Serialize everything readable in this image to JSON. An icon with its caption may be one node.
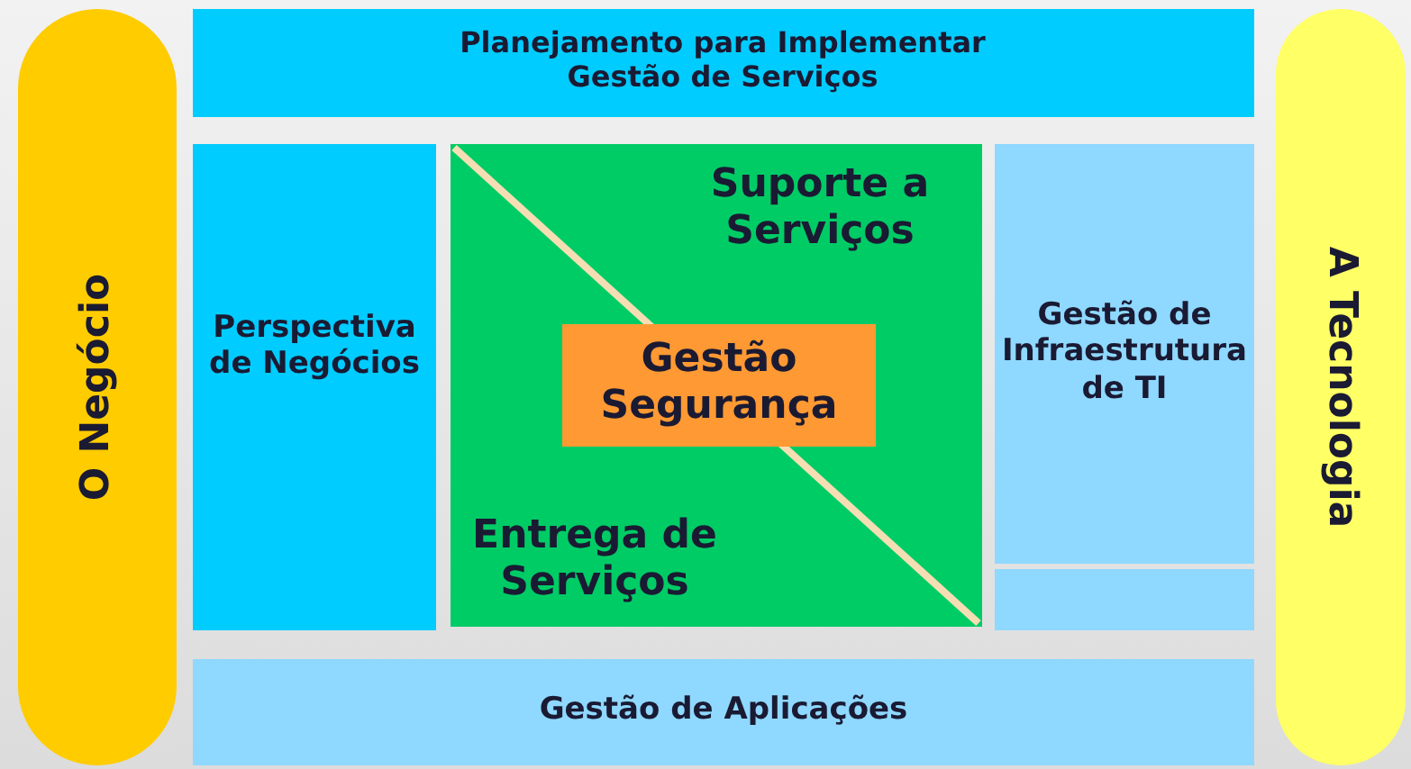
{
  "diagram": {
    "nodes": [
      {
        "text": [
          "O Negócio"
        ]
      },
      {
        "text": [
          "Planejamento para Implementar Gestão de Serviços"
        ]
      },
      {
        "text": [
          "Perspectiva de Negócios"
        ]
      },
      {
        "text": [
          "Suporte a Serviços",
          "Entrega de Serviços"
        ]
      },
      {
        "text": [
          "Gestão Segurança"
        ],
        "in": 3
      },
      {
        "text": [
          "Gestão de Infraestrutura de TI"
        ]
      },
      {
        "text": [],
        "shape": "box"
      },
      {
        "text": [
          "Gestão de Aplicações"
        ]
      },
      {
        "text": [
          "A Tecnologia"
        ]
      }
    ],
    "edges": []
  }
}
